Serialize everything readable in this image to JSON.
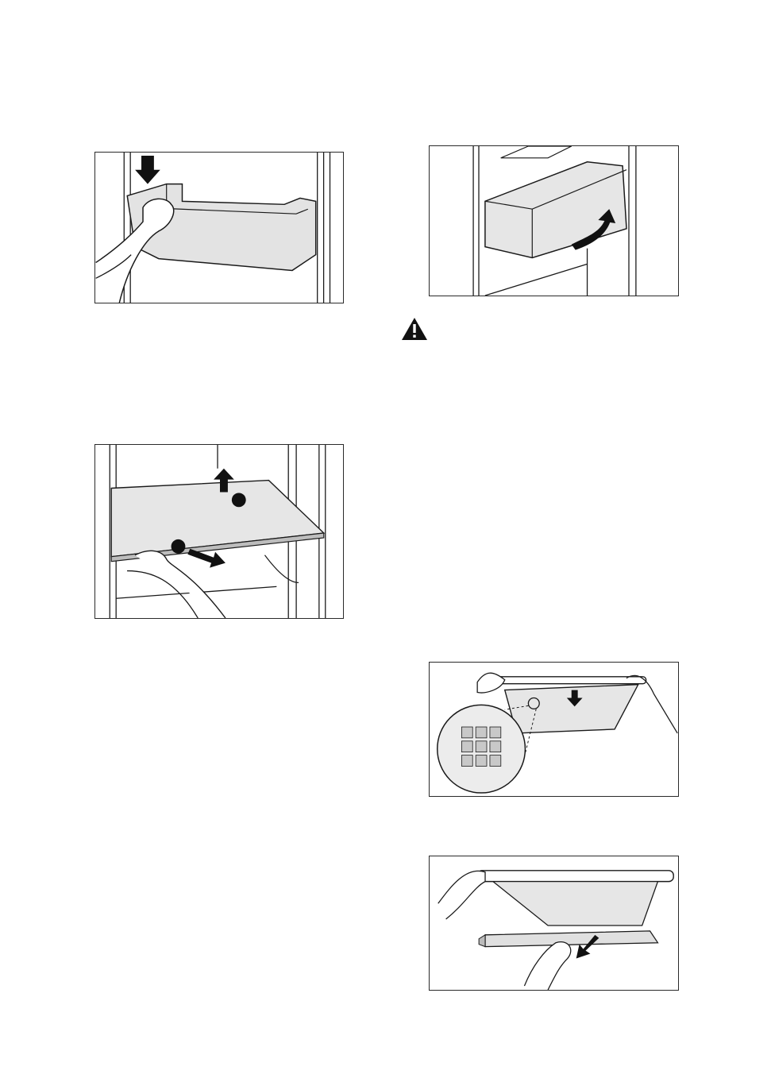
{
  "figures": [
    {
      "id": "door-balcony",
      "arrow": "down"
    },
    {
      "id": "drawer-lift",
      "arrow": "curved-up"
    },
    {
      "id": "glass-shelf",
      "arrows": [
        "up",
        "down-right"
      ],
      "markers": 2
    },
    {
      "id": "cover-grid",
      "arrow": "down",
      "detail": "magnified-grid"
    },
    {
      "id": "cover-slide",
      "arrow": "down-left"
    }
  ],
  "icons": {
    "warning": "warning-triangle-icon"
  },
  "colors": {
    "line": "#1a1a1a",
    "fill_glass": "#e6e6e6",
    "fill_gray": "#cfcfcf"
  }
}
